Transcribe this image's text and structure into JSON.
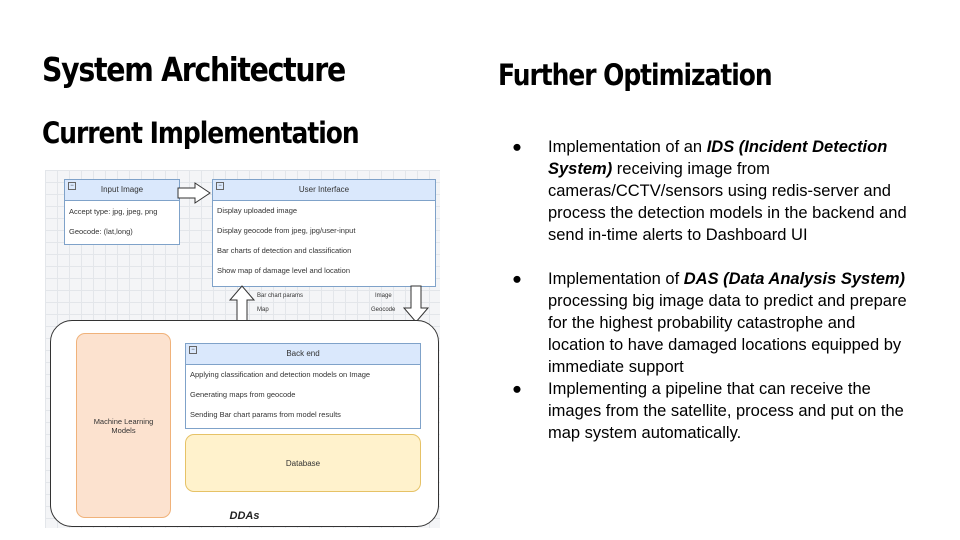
{
  "titles": {
    "main": "System Architecture",
    "sub": "Current Implementation",
    "right": "Further Optimization"
  },
  "diagram": {
    "input_box": {
      "title": "Input Image",
      "rows": [
        "Accept type: jpg, jpeg, png",
        "Geocode: (lat,long)"
      ]
    },
    "ui_box": {
      "title": "User Interface",
      "rows": [
        "Display uploaded image",
        "Display geocode from jpeg, jpg/user-input",
        "Bar charts of detection and classification",
        "Show map of damage level and location"
      ]
    },
    "arrow_labels": {
      "up_1": "Bar chart params",
      "up_2": "Map",
      "down_1": "Image",
      "down_2": "Geocode"
    },
    "backend_box": {
      "title": "Back end",
      "rows": [
        "Applying classification and detection models on Image",
        "Generating maps from geocode",
        "Sending Bar chart params from model results"
      ]
    },
    "ml_box": "Machine Learning Models",
    "db_box": "Database",
    "container_label": "DDAs"
  },
  "bullets": [
    {
      "pre": "Implementation of an ",
      "bold": "IDS (Incident Detection System)",
      "post": " receiving image from cameras/CCTV/sensors using redis-server and process the detection models in the backend and send in-time alerts to Dashboard UI"
    },
    {
      "pre": "Implementation of ",
      "bold": "DAS (Data Analysis System)",
      "post": " processing big image data to predict and prepare for the highest probability catastrophe and location to have damaged locations equipped by immediate support"
    },
    {
      "pre": "Implementing a pipeline that can receive the images from the satellite, process and put on the map system automatically.",
      "bold": "",
      "post": ""
    }
  ]
}
